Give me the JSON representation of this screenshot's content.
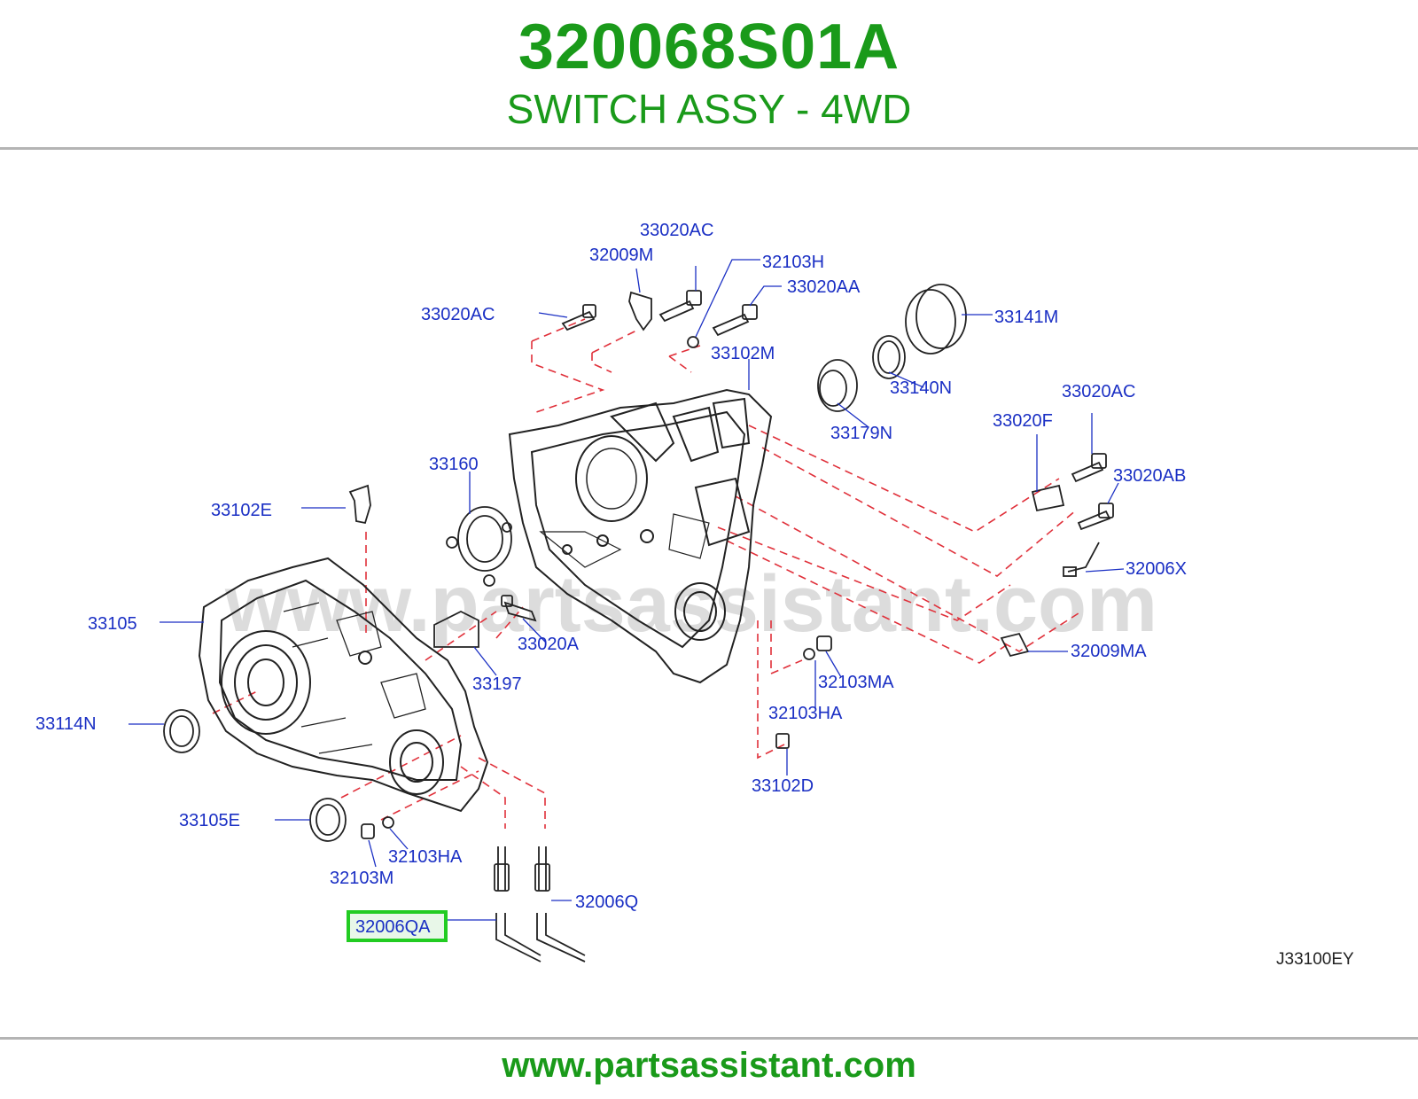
{
  "header": {
    "part_number": "320068S01A",
    "part_name": "SWITCH ASSY - 4WD"
  },
  "diagram": {
    "watermark": "www.partsassistant.com",
    "diagram_code": "J33100EY",
    "highlighted_part": "32006QA",
    "callouts": [
      "33020AC",
      "32009M",
      "32103H",
      "33020AA",
      "33020AC",
      "33141M",
      "33102M",
      "33140N",
      "33179N",
      "33020AC",
      "33020F",
      "33160",
      "33020AB",
      "33102E",
      "32006X",
      "33105",
      "33020A",
      "32009MA",
      "33197",
      "32103MA",
      "33114N",
      "32103HA",
      "33102D",
      "33105E",
      "32103HA",
      "32103M",
      "32006Q",
      "32006QA"
    ]
  },
  "footer": {
    "site": "www.partsassistant.com"
  },
  "colors": {
    "brand_green": "#1a9a1a",
    "label_blue": "#1a2fc4",
    "leader_red": "#e0303a",
    "highlight": "#22cc22",
    "line_art": "#222222"
  }
}
